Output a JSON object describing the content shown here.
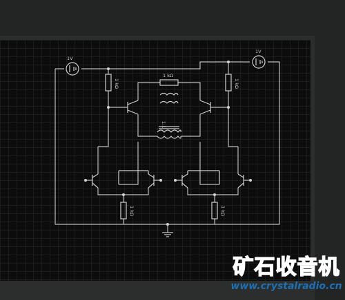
{
  "circuit": {
    "sources": [
      {
        "id": "left-battery",
        "label": "1V"
      },
      {
        "id": "right-battery",
        "label": "1V"
      }
    ],
    "resistors": [
      {
        "id": "r-top-left",
        "label": "1 kΩ"
      },
      {
        "id": "r-top-right",
        "label": "1 kΩ"
      },
      {
        "id": "r-bridge",
        "label": "1 kΩ"
      },
      {
        "id": "r-bottom-left",
        "label": "1 kΩ"
      },
      {
        "id": "r-bottom-right",
        "label": "1 kΩ"
      }
    ],
    "transformer": {
      "label": "1:1"
    },
    "transistor_count": 6,
    "ground": true
  },
  "watermark": {
    "main": "矿石收音机",
    "sub": "www.crystalradio.cn"
  }
}
